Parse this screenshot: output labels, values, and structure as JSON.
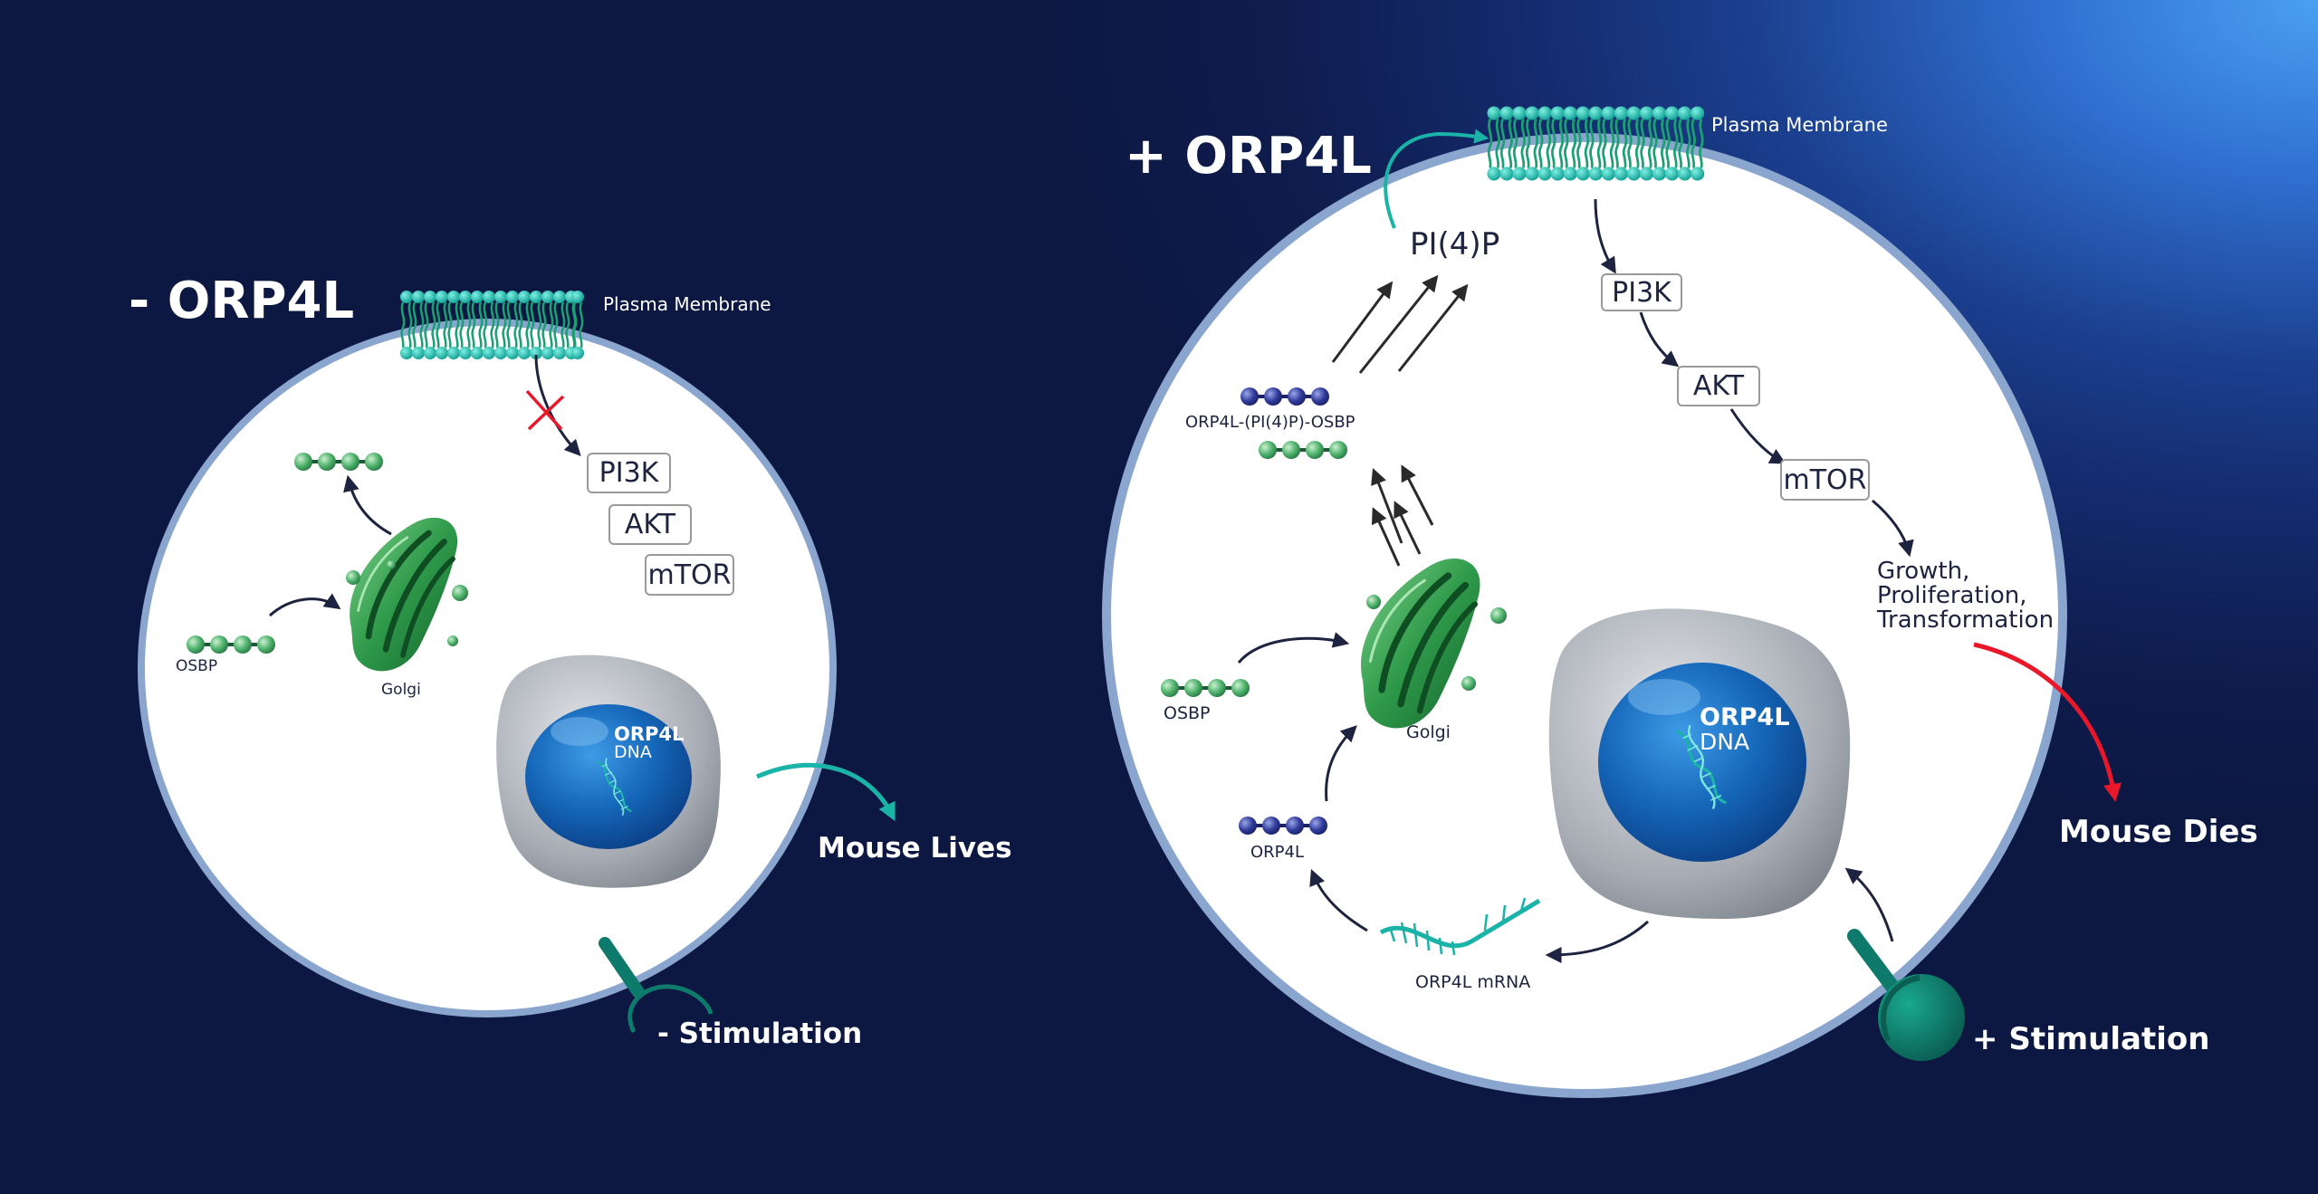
{
  "left_panel": {
    "title": "- ORP4L",
    "membrane_label": "Plasma Membrane",
    "pathway": [
      "PI3K",
      "AKT",
      "mTOR"
    ],
    "osbp_label": "OSBP",
    "golgi_label": "Golgi",
    "nucleus": {
      "gene": "ORP4L",
      "sub": "DNA"
    },
    "outcome": "Mouse Lives",
    "stimulation": "- Stimulation"
  },
  "right_panel": {
    "title": "+ ORP4L",
    "membrane_label": "Plasma Membrane",
    "pi4p_label": "PI(4)P",
    "complex_label": "ORP4L-(PI(4)P)-OSBP",
    "pathway": [
      "PI3K",
      "AKT",
      "mTOR"
    ],
    "effects": [
      "Growth,",
      "Proliferation,",
      "Transformation"
    ],
    "osbp_label": "OSBP",
    "golgi_label": "Golgi",
    "orp4l_label": "ORP4L",
    "mrna_label": "ORP4L mRNA",
    "nucleus": {
      "gene": "ORP4L",
      "sub": "DNA"
    },
    "outcome": "Mouse Dies",
    "stimulation": "+ Stimulation"
  },
  "colors": {
    "background_dark": "#0f1d4f",
    "background_light": "#4aa0f2",
    "membrane_teal": "#16b3a6",
    "golgi_green": "#2e9a4a",
    "nucleus_blue": "#1566b8",
    "arrow_red": "#e8182a",
    "arrow_teal": "#1ab3a8",
    "receptor_teal": "#0e7a6b"
  }
}
